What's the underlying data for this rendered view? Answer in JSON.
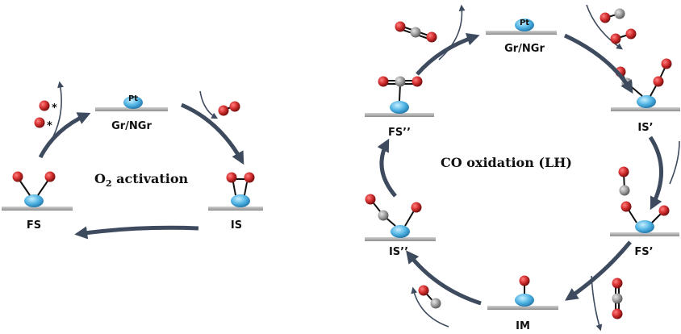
{
  "left_cycle": {
    "title_main": "O",
    "title_sub": "2",
    "title_rest": " activation",
    "states": {
      "catalyst": "Gr/NGr",
      "is": "IS",
      "fs": "FS"
    },
    "pt_label": "Pt",
    "atom_star": "*"
  },
  "right_cycle": {
    "title": "CO oxidation (LH)",
    "pt_label": "Pt",
    "states": {
      "catalyst": "Gr/NGr",
      "is_prime": "IS’",
      "fs_prime": "FS’",
      "im": "IM",
      "is_dprime": "IS’’",
      "fs_dprime": "FS’’"
    }
  },
  "colors": {
    "oxygen": "#d42f2f",
    "carbon": "#9b9b9b",
    "platinum": "#4fb3e3",
    "arrow": "#3e4b5f",
    "surface": "#a3a3a3"
  }
}
